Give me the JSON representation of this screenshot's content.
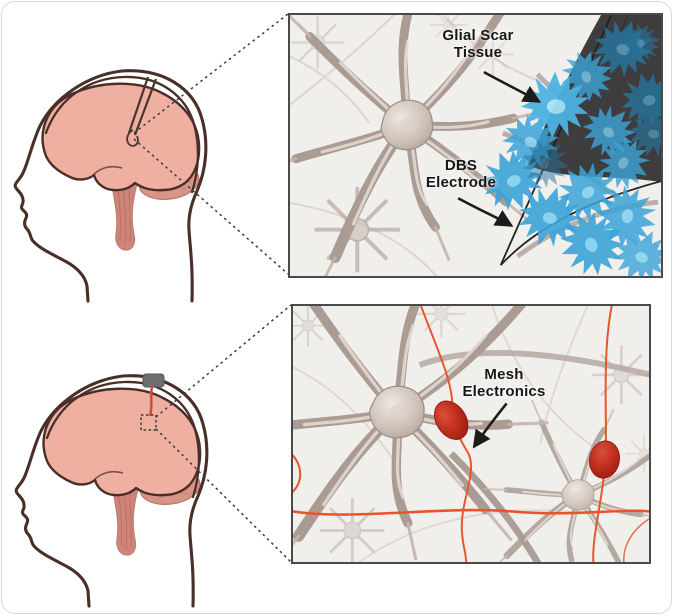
{
  "figure": {
    "top_panel": {
      "glial_label": {
        "line1": "Glial Scar",
        "line2": "Tissue"
      },
      "dbs_label": {
        "line1": "DBS",
        "line2": "Electrode"
      }
    },
    "bottom_panel": {
      "mesh_label": {
        "line1": "Mesh",
        "line2": "Electronics"
      }
    }
  },
  "colors": {
    "page_bg": "#ffffff",
    "card_bg": "#ffffff",
    "card_border": "#d8d8d8",
    "outline": "#4a2f28",
    "brain_fill": "#efb0a1",
    "cereb_fill": "#d9948a",
    "stem_fill": "#cf8478",
    "inset_bg": "#f1efec",
    "inset_border": "#4a4a4a",
    "electrode_dark": "#3e3c3c",
    "astro": "#3ba4d8",
    "astro_nuc": "#7fd0f0",
    "astro_dark": "#27749c",
    "mesh_red": "#bf2d1d",
    "wire": "#e8552b",
    "implant_gray": "#6f6f6f",
    "label_ink": "#171717",
    "dash_ink": "#3b3b3b"
  }
}
